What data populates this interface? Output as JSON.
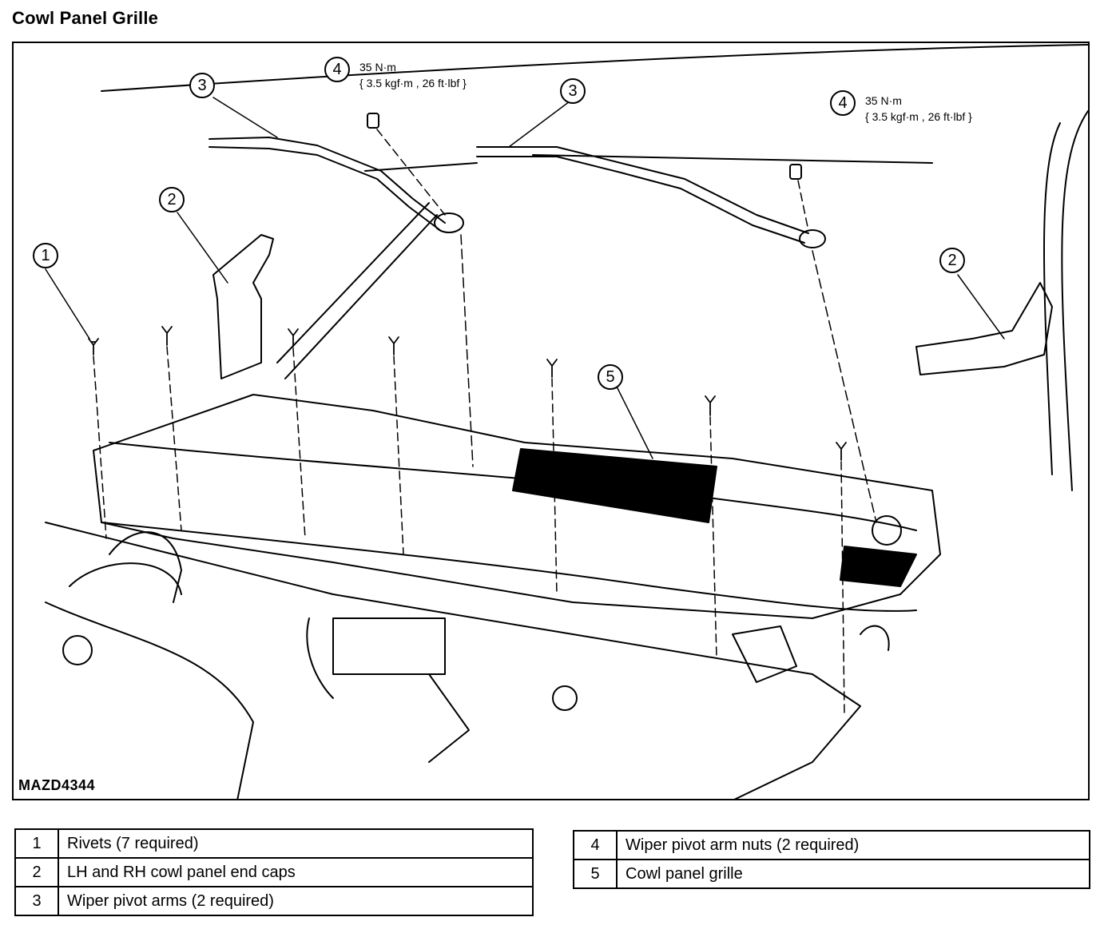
{
  "title": "Cowl Panel Grille",
  "figure_id": "MAZD4344",
  "callouts": [
    "1",
    "2",
    "3",
    "4",
    "5"
  ],
  "torque_spec": {
    "line1": "35 N·m",
    "line2": "{ 3.5 kgf·m , 26 ft·lbf }"
  },
  "legend_left": [
    {
      "num": "1",
      "desc": "Rivets (7 required)"
    },
    {
      "num": "2",
      "desc": "LH and RH cowl panel end caps"
    },
    {
      "num": "3",
      "desc": "Wiper pivot arms (2 required)"
    }
  ],
  "legend_right": [
    {
      "num": "4",
      "desc": "Wiper pivot arm nuts (2 required)"
    },
    {
      "num": "5",
      "desc": "Cowl panel grille"
    }
  ]
}
